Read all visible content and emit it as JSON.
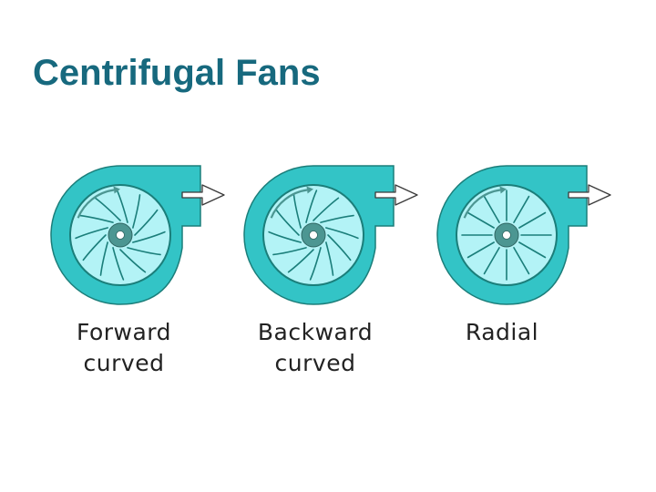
{
  "title": "Centrifugal Fans",
  "fans": [
    {
      "type": "forward",
      "caption_lines": [
        "Forward",
        "curved"
      ]
    },
    {
      "type": "backward",
      "caption_lines": [
        "Backward",
        "curved"
      ]
    },
    {
      "type": "radial",
      "caption_lines": [
        "Radial"
      ]
    }
  ],
  "colors": {
    "title": "#17697e",
    "housing": "#33c4c6",
    "housing_outline": "#1b7e7a",
    "wheel": "#b3f3f6",
    "hub": "#4c9692",
    "flow_arrow": "#ffffff"
  }
}
